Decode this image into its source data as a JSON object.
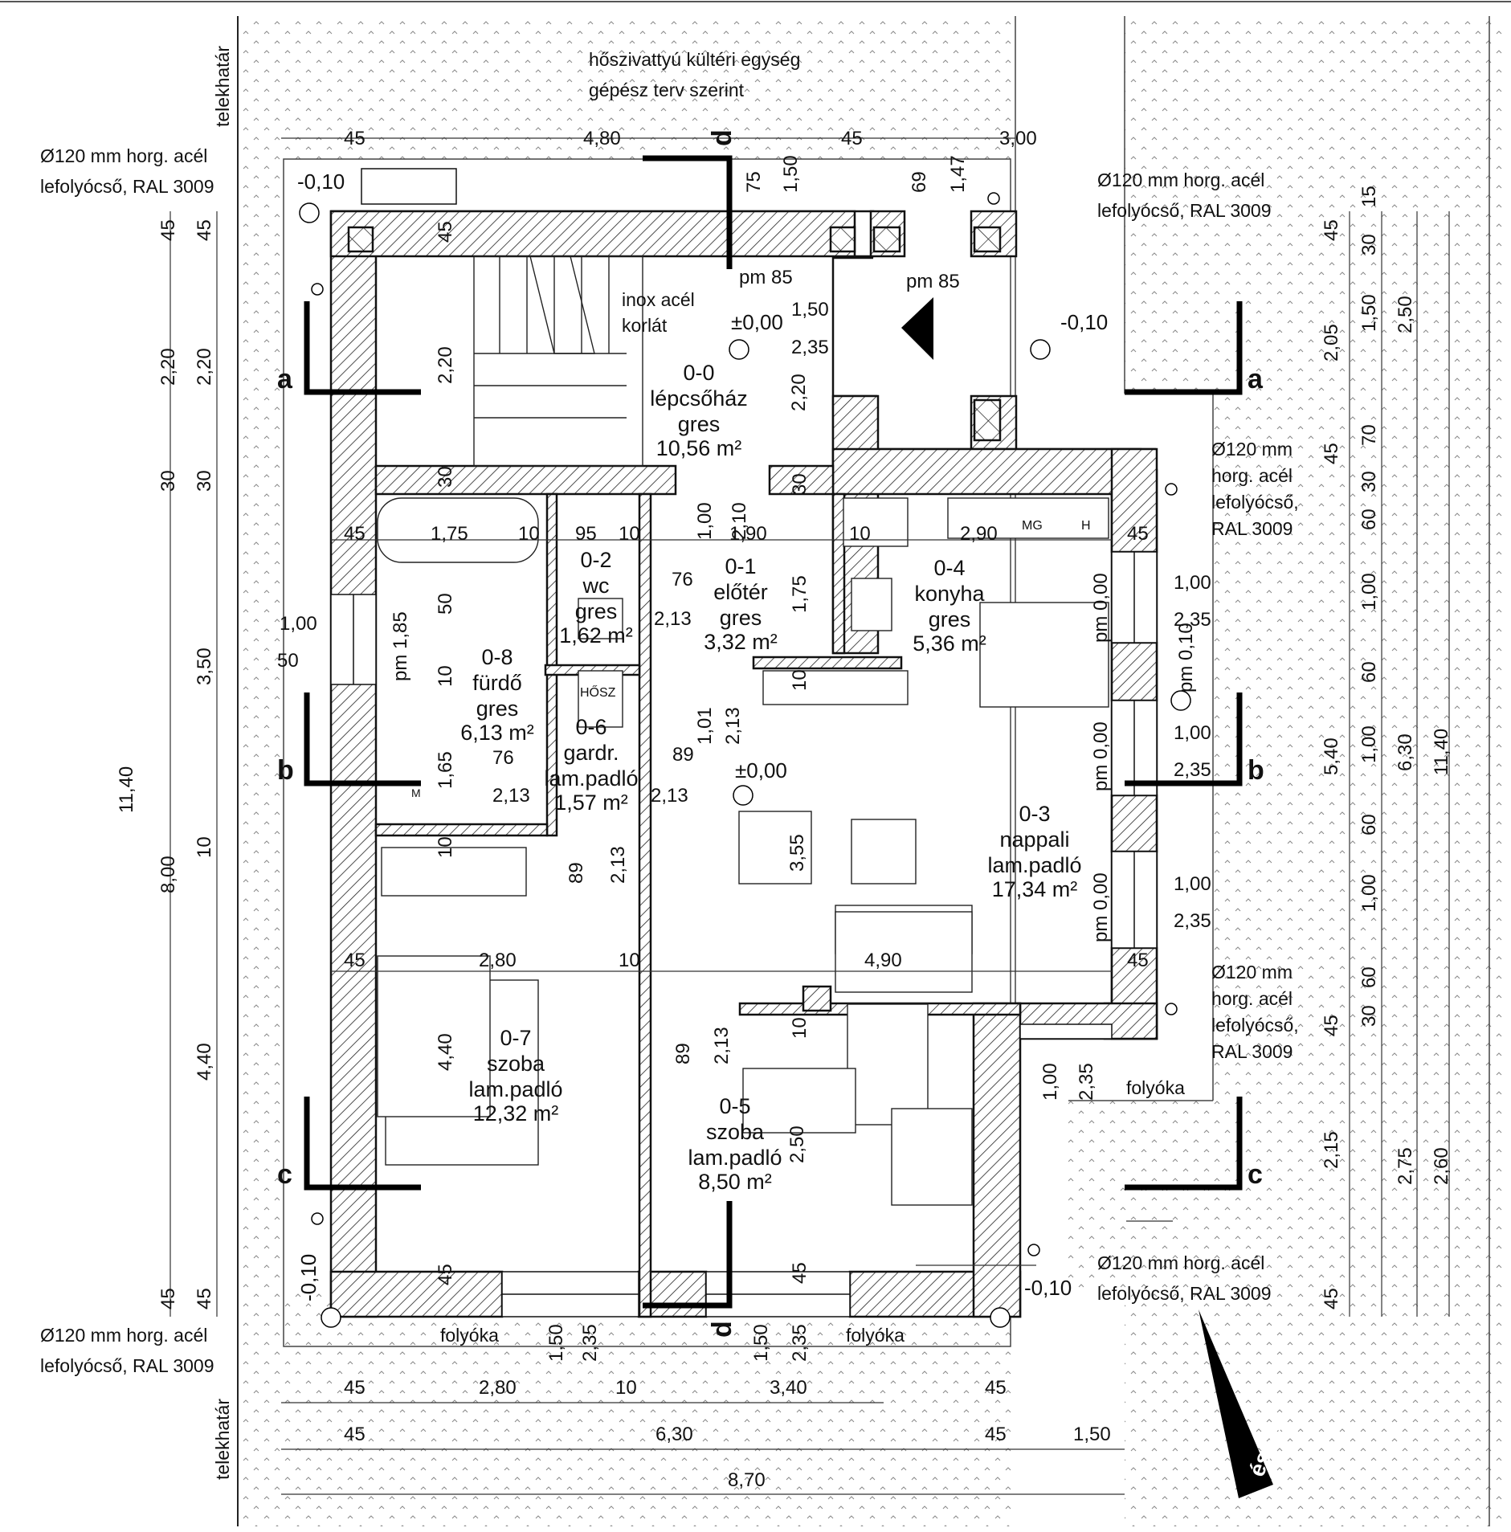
{
  "rooms": [
    {
      "id": "0-0",
      "name": "lépcsőház",
      "floor": "gres",
      "area": "10,56 m²"
    },
    {
      "id": "0-1",
      "name": "előtér",
      "floor": "gres",
      "area": "3,32 m²"
    },
    {
      "id": "0-2",
      "name": "wc",
      "floor": "gres",
      "area": "1,62 m²"
    },
    {
      "id": "0-3",
      "name": "nappali",
      "floor": "lam.padló",
      "area": "17,34 m²"
    },
    {
      "id": "0-4",
      "name": "konyha",
      "floor": "gres",
      "area": "5,36 m²"
    },
    {
      "id": "0-5",
      "name": "szoba",
      "floor": "lam.padló",
      "area": "8,50 m²"
    },
    {
      "id": "0-6",
      "name": "gardr.",
      "floor": "lam.padló",
      "area": "1,57 m²"
    },
    {
      "id": "0-7",
      "name": "szoba",
      "floor": "lam.padló",
      "area": "12,32 m²"
    },
    {
      "id": "0-8",
      "name": "fürdő",
      "floor": "gres",
      "area": "6,13 m²"
    }
  ],
  "notes": {
    "heat_pump_1": "hőszivattyú kültéri egység",
    "heat_pump_2": "gépész terv szerint",
    "boundary": "telekhatár",
    "downpipe_1": "Ø120 mm horg. acél",
    "downpipe_2": "lefolyócső, RAL 3009",
    "downpipe_short_1": "Ø120 mm",
    "downpipe_short_2": "horg. acél",
    "downpipe_short_3": "lefolyócső,",
    "downpipe_short_4": "RAL 3009",
    "railing_1": "inox acél",
    "railing_2": "korlát",
    "drain": "folyóka",
    "north": "észak",
    "boiler": "HŐSZ",
    "appliance_mg": "MG",
    "appliance_h": "H",
    "appliance_m": "M"
  },
  "levels": {
    "zero": "±0,00",
    "minus": "-0,10"
  },
  "sections": {
    "a": "a",
    "b": "b",
    "c": "c",
    "d": "d"
  },
  "dims": {
    "top": [
      "45",
      "4,80",
      "45",
      "3,00"
    ],
    "bottom1": [
      "45",
      "2,80",
      "10",
      "3,40",
      "45"
    ],
    "bottom2": [
      "45",
      "6,30",
      "45",
      "1,50"
    ],
    "bottom3": "8,70",
    "left_outer": [
      "45",
      "2,20",
      "30",
      "11,40",
      "8,00",
      "45"
    ],
    "left_inner": [
      "45",
      "2,20",
      "30",
      "3,50",
      "10",
      "4,40",
      "45"
    ],
    "right1": [
      "15",
      "30",
      "1,50",
      "70",
      "30",
      "60",
      "1,00",
      "60",
      "1,00",
      "60",
      "1,00",
      "60",
      "30",
      "45",
      "45"
    ],
    "right2": [
      "45",
      "2,05",
      "45",
      "5,40",
      "2,15",
      "45"
    ],
    "right3": [
      "2,50",
      "6,30",
      "2,75",
      "2,60"
    ],
    "right4": "11,40",
    "kitchen_row": [
      "45",
      "1,75",
      "10",
      "95",
      "10",
      "1,90",
      "10",
      "2,90",
      "45"
    ],
    "mid_row": [
      "45",
      "2,80",
      "10",
      "4,90",
      "45"
    ],
    "entry": [
      "75",
      "1,50",
      "69",
      "1,47",
      "pm 85",
      "pm 85",
      "1,50",
      "2,35"
    ],
    "windows": [
      "1,00",
      "2,35",
      "pm 0,00",
      "pm 0,10"
    ],
    "bath_window": [
      "1,00",
      "50",
      "pm 1,85"
    ],
    "doors": [
      "76",
      "2,13",
      "89",
      "1,01",
      "1,00",
      "2,10",
      "1,75",
      "2,20",
      "45",
      "10",
      "1,65",
      "3,55",
      "2,50",
      "1,50",
      "2,35"
    ]
  }
}
